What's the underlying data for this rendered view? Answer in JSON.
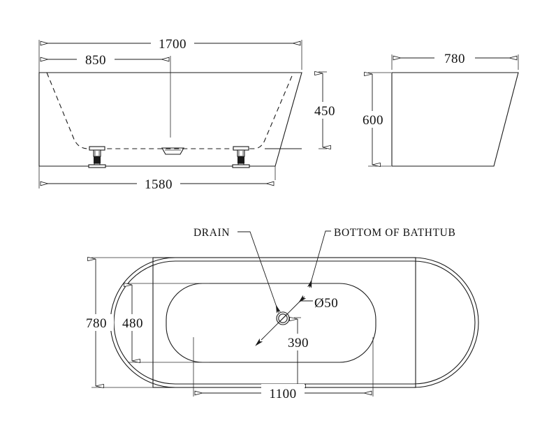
{
  "drawing": {
    "title": "Bathtub technical drawing",
    "units": "mm",
    "line_color": "#1a1a1a",
    "background_color": "#ffffff"
  },
  "front_view": {
    "name": "front-elevation",
    "dimensions": {
      "overall_width": "1700",
      "half_width": "850",
      "base_width": "1580",
      "inner_height": "450"
    }
  },
  "side_view": {
    "name": "side-elevation",
    "dimensions": {
      "width": "780",
      "height": "600"
    }
  },
  "plan_view": {
    "name": "bottom-plan",
    "labels": {
      "drain": "DRAIN",
      "bottom": "BOTTOM OF BATHTUB"
    },
    "dimensions": {
      "overall_depth": "780",
      "inner_depth": "480",
      "inner_width": "1100",
      "drain_offset": "390",
      "drain_diameter": "Ø50"
    }
  }
}
